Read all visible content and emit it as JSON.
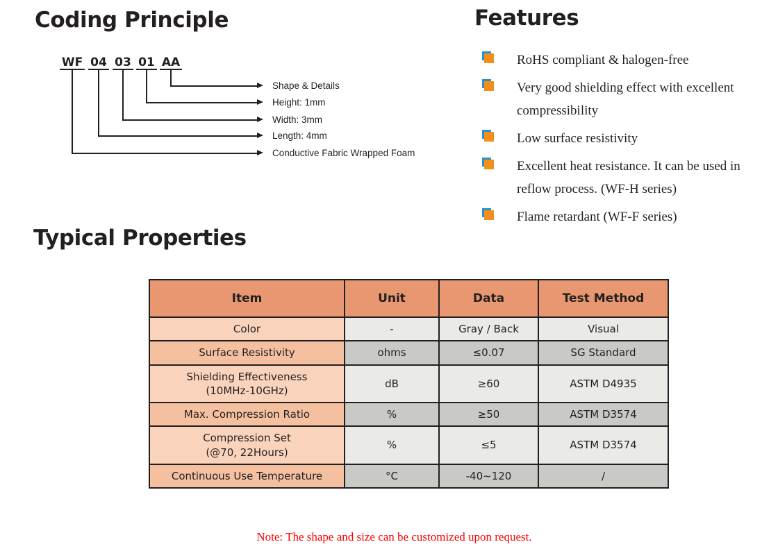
{
  "sections": {
    "coding_principle_title": "Coding Principle",
    "features_title": "Features",
    "typical_properties_title": "Typical Properties"
  },
  "coding_principle": {
    "code_tokens": [
      "WF",
      "04",
      "03",
      "01",
      "AA"
    ],
    "leaders": [
      {
        "token_index": 4,
        "label": "Shape & Details"
      },
      {
        "token_index": 3,
        "label": "Height: 1mm"
      },
      {
        "token_index": 2,
        "label": "Width: 3mm"
      },
      {
        "token_index": 1,
        "label": "Length: 4mm"
      },
      {
        "token_index": 0,
        "label": "Conductive Fabric Wrapped Foam"
      }
    ]
  },
  "features": {
    "bullet_icon": "orange-square-bullet-icon",
    "bullet_front_color": "#f28f1c",
    "bullet_back_color": "#2b8fc9",
    "items": [
      "RoHS compliant & halogen-free",
      "Very good shielding effect with excellent compressibility",
      "Low surface resistivity",
      "Excellent heat resistance. It can be used in reflow process. (WF-H series)",
      "Flame retardant (WF-F series)"
    ]
  },
  "typical_properties": {
    "colors": {
      "header_bg": "#e89770",
      "item_light": "#fad3bc",
      "item_dark": "#f4c0a0",
      "cell_light": "#eaeae6",
      "cell_dark": "#c9c9c5",
      "border": "#231f20",
      "note": "#fe0000"
    },
    "headers": [
      "Item",
      "Unit",
      "Data",
      "Test Method"
    ],
    "rows": [
      {
        "item": "Color",
        "unit": "-",
        "data": "Gray / Back",
        "method": "Visual",
        "shade": "light"
      },
      {
        "item": "Surface Resistivity",
        "unit": "ohms",
        "data": "≤0.07",
        "method": "SG Standard",
        "shade": "dark"
      },
      {
        "item": "Shielding Effectiveness\n(10MHz-10GHz)",
        "unit": "dB",
        "data": "≥60",
        "method": "ASTM D4935",
        "shade": "light"
      },
      {
        "item": "Max. Compression Ratio",
        "unit": "%",
        "data": "≥50",
        "method": "ASTM D3574",
        "shade": "dark"
      },
      {
        "item": "Compression Set\n(@70, 22Hours)",
        "unit": "%",
        "data": "≤5",
        "method": "ASTM D3574",
        "shade": "light"
      },
      {
        "item": "Continuous Use Temperature",
        "unit": "°C",
        "data": "-40~120",
        "method": "/",
        "shade": "dark"
      }
    ],
    "note": "Note: The shape and size can be customized upon request."
  }
}
